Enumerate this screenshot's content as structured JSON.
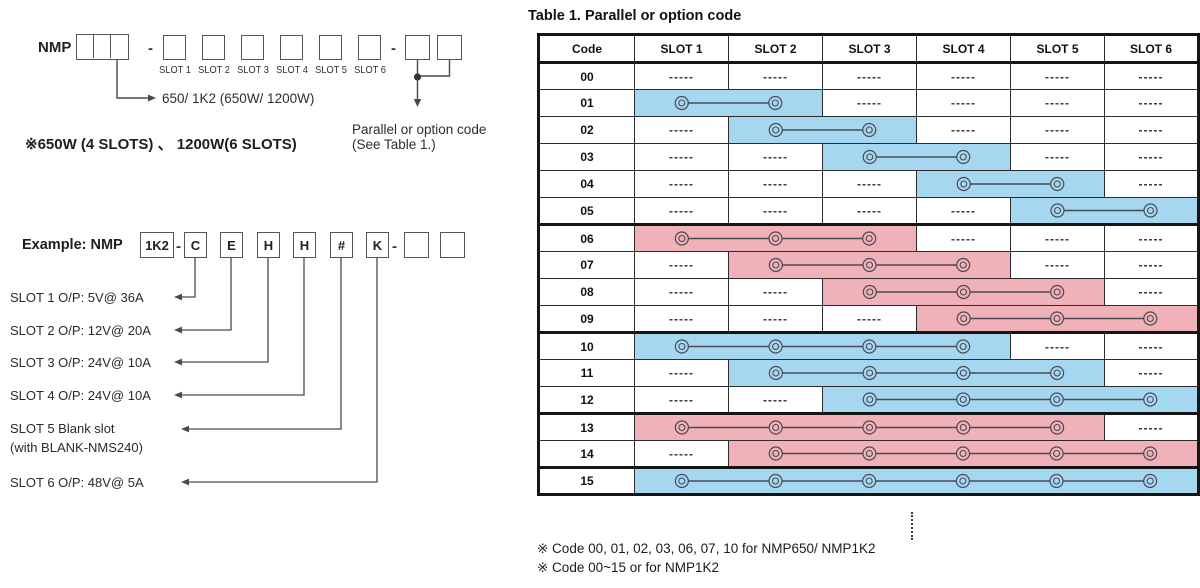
{
  "left": {
    "prefix": "NMP",
    "dash": "-",
    "slot_labels": [
      "SLOT 1",
      "SLOT 2",
      "SLOT 3",
      "SLOT 4",
      "SLOT 5",
      "SLOT 6"
    ],
    "wattage_line": "650/ 1K2 (650W/ 1200W)",
    "wattage_note": "※650W (4 SLOTS) 、 1200W(6 SLOTS)",
    "parallel_note_line1": "Parallel or option code",
    "parallel_note_line2": "(See Table 1.)",
    "example": {
      "label": "Example: NMP",
      "model_box": "1K2",
      "code_boxes": [
        "C",
        "E",
        "H",
        "H",
        "#",
        "K"
      ],
      "slot_lines": [
        {
          "label": "SLOT 1  O/P: 5V@ 36A"
        },
        {
          "label": "SLOT 2  O/P: 12V@ 20A"
        },
        {
          "label": "SLOT 3  O/P: 24V@ 10A"
        },
        {
          "label": "SLOT 4  O/P: 24V@ 10A"
        },
        {
          "label": "SLOT 5  Blank slot",
          "label2": "(with BLANK-NMS240)"
        },
        {
          "label": "SLOT 6  O/P: 48V@ 5A"
        }
      ]
    }
  },
  "table": {
    "title": "Table 1. Parallel or option code",
    "headers": [
      "Code",
      "SLOT 1",
      "SLOT 2",
      "SLOT 3",
      "SLOT 4",
      "SLOT 5",
      "SLOT 6"
    ],
    "empty_cell": "-----",
    "colors": {
      "blue": "#A5D7F0",
      "pink": "#F0B1B8"
    },
    "rows": [
      {
        "code": "00",
        "span": null
      },
      {
        "code": "01",
        "span": {
          "start": 1,
          "end": 2,
          "color": "blue"
        }
      },
      {
        "code": "02",
        "span": {
          "start": 2,
          "end": 3,
          "color": "blue"
        }
      },
      {
        "code": "03",
        "span": {
          "start": 3,
          "end": 4,
          "color": "blue"
        }
      },
      {
        "code": "04",
        "span": {
          "start": 4,
          "end": 5,
          "color": "blue"
        }
      },
      {
        "code": "05",
        "span": {
          "start": 5,
          "end": 6,
          "color": "blue"
        },
        "group_end": true
      },
      {
        "code": "06",
        "span": {
          "start": 1,
          "end": 3,
          "color": "pink"
        }
      },
      {
        "code": "07",
        "span": {
          "start": 2,
          "end": 4,
          "color": "pink"
        }
      },
      {
        "code": "08",
        "span": {
          "start": 3,
          "end": 5,
          "color": "pink"
        }
      },
      {
        "code": "09",
        "span": {
          "start": 4,
          "end": 6,
          "color": "pink"
        },
        "group_end": true
      },
      {
        "code": "10",
        "span": {
          "start": 1,
          "end": 4,
          "color": "blue"
        }
      },
      {
        "code": "11",
        "span": {
          "start": 2,
          "end": 5,
          "color": "blue"
        }
      },
      {
        "code": "12",
        "span": {
          "start": 3,
          "end": 6,
          "color": "blue"
        },
        "group_end": true
      },
      {
        "code": "13",
        "span": {
          "start": 1,
          "end": 5,
          "color": "pink"
        }
      },
      {
        "code": "14",
        "span": {
          "start": 2,
          "end": 6,
          "color": "pink"
        },
        "group_end": true
      },
      {
        "code": "15",
        "span": {
          "start": 1,
          "end": 6,
          "color": "blue"
        }
      }
    ],
    "notes": [
      "※  Code 00, 01, 02, 03, 06, 07, 10 for NMP650/ NMP1K2",
      "※  Code 00~15 or for NMP1K2"
    ]
  }
}
